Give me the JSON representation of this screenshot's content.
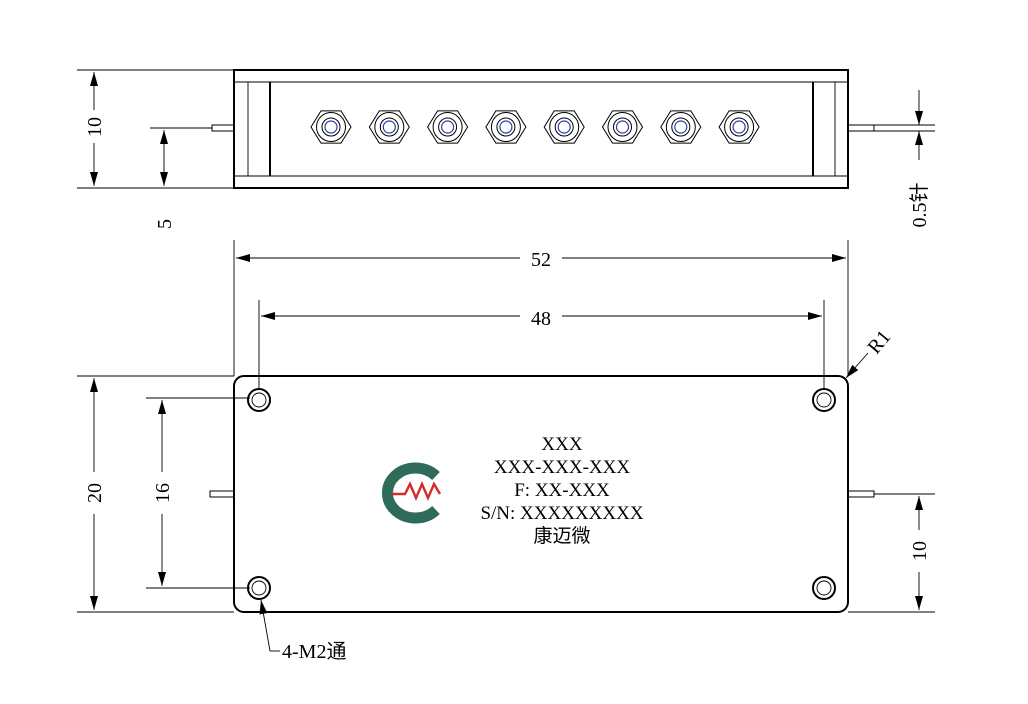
{
  "top_view": {
    "dim_height": "10",
    "dim_pin_offset": "5",
    "dim_pin_diameter": "0.5针",
    "connector_count": 8
  },
  "front_view": {
    "dim_overall_length": "52",
    "dim_hole_spacing_x": "48",
    "dim_corner_radius": "R1",
    "dim_overall_height": "20",
    "dim_hole_spacing_y": "16",
    "dim_pin_height": "10",
    "hole_callout": "4-M2通"
  },
  "label": {
    "line1": "XXX",
    "line2": "XXX-XXX-XXX",
    "line3": "F: XX-XXX",
    "line4": "S/N: XXXXXXXXX",
    "line5": "康迈微"
  },
  "logo": {
    "name": "kmw-logo",
    "ring_color": "#2f6b5a",
    "wave_color": "#d42a2a"
  }
}
